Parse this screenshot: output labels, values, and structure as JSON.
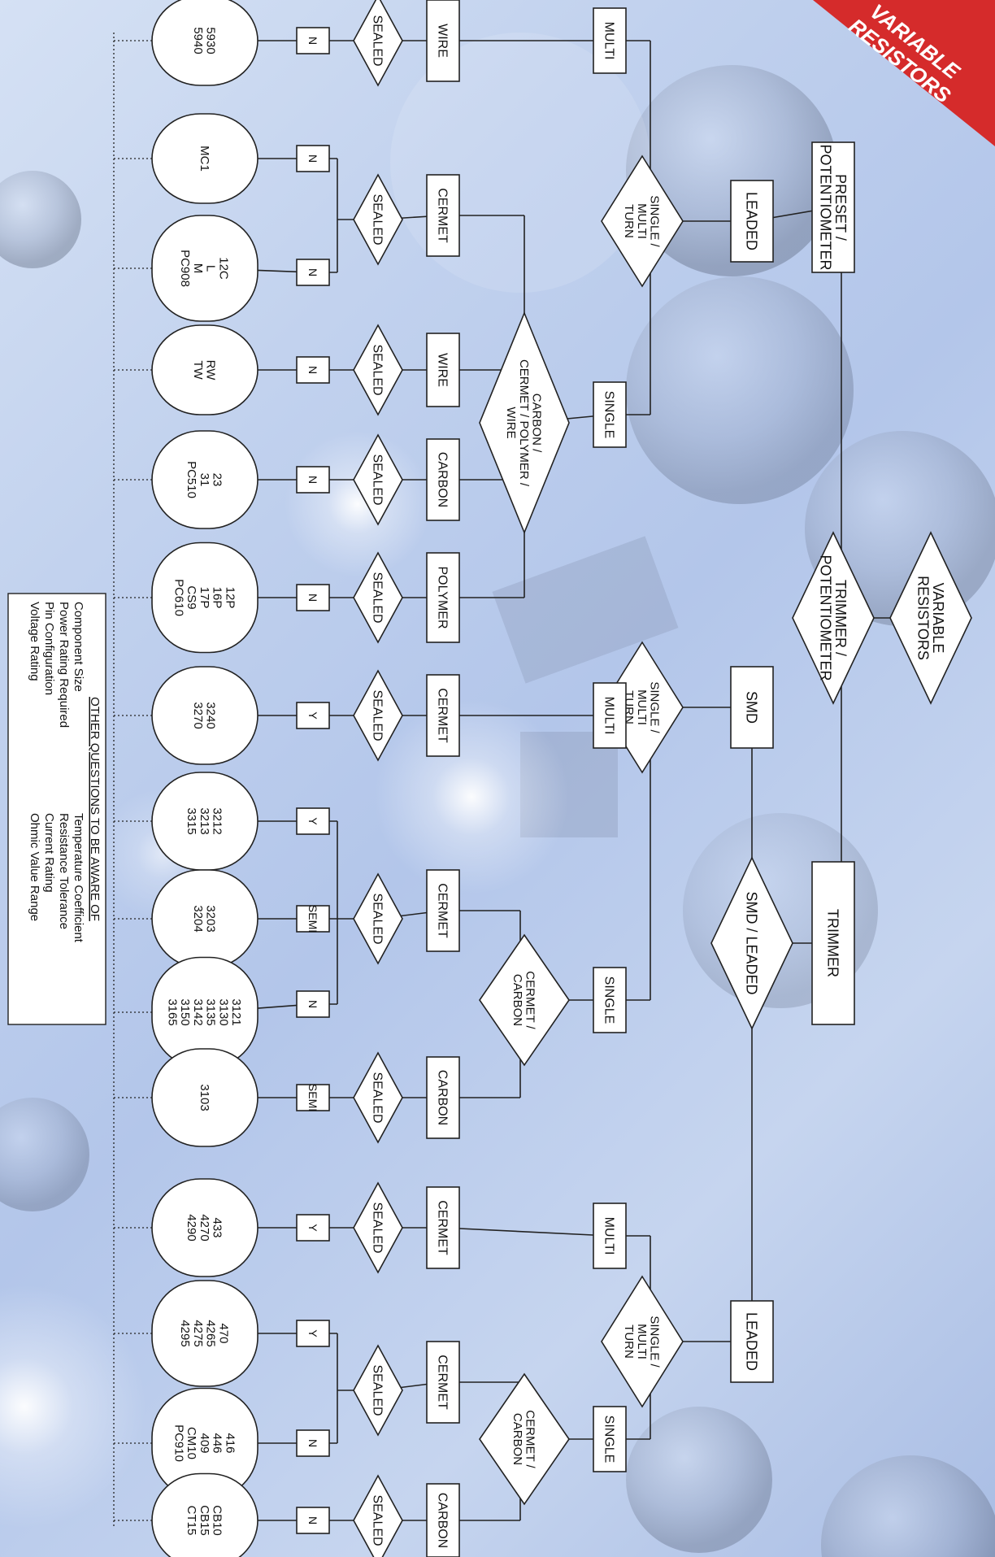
{
  "banner": {
    "text_line1": "VARIABLE",
    "text_line2": "RESISTORS",
    "color": "#d52b2b"
  },
  "colors": {
    "background": "#bfd0ee",
    "box_fill": "#ffffff",
    "stroke": "#222222"
  },
  "nodes": {
    "root": [
      "VARIABLE",
      "RESISTORS"
    ],
    "preset": [
      "PRESET /",
      "POTENTIOMETER"
    ],
    "trimpot": [
      "TRIMMER /",
      "POTENTIOMETER"
    ],
    "trimmer": [
      "TRIMMER"
    ],
    "leaded_a": [
      "LEADED"
    ],
    "smd_leaded": [
      "SMD / LEADED"
    ],
    "smd": [
      "SMD"
    ],
    "leaded_b": [
      "LEADED"
    ],
    "smt_a": [
      "SINGLE /",
      "MULTI",
      "TURN"
    ],
    "smt_b": [
      "SINGLE /",
      "MULTI",
      "TURN"
    ],
    "smt_c": [
      "SINGLE /",
      "MULTI",
      "TURN"
    ],
    "multi_a": [
      "MULTI"
    ],
    "single_a": [
      "SINGLE"
    ],
    "multi_b": [
      "MULTI"
    ],
    "single_b": [
      "SINGLE"
    ],
    "multi_c": [
      "MULTI"
    ],
    "single_c": [
      "SINGLE"
    ],
    "ccpw": [
      "CARBON /",
      "CERMET / POLYMER /",
      "WIRE"
    ],
    "cc_b": [
      "CERMET /",
      "CARBON"
    ],
    "cc_c": [
      "CERMET /",
      "CARBON"
    ],
    "m_wire": [
      "WIRE"
    ],
    "m_cermet_a": [
      "CERMET"
    ],
    "m_wire2": [
      "WIRE"
    ],
    "m_carbon_a": [
      "CARBON"
    ],
    "m_polymer": [
      "POLYMER"
    ],
    "m_cermet_b": [
      "CERMET"
    ],
    "m_cermet_c": [
      "CERMET"
    ],
    "m_carbon_b": [
      "CARBON"
    ],
    "m_cermet_d": [
      "CERMET"
    ],
    "m_cermet_e": [
      "CERMET"
    ],
    "m_carbon_c": [
      "CARBON"
    ],
    "s1": [
      "SEALED"
    ],
    "s2": [
      "SEALED"
    ],
    "s3": [
      "SEALED"
    ],
    "s4": [
      "SEALED"
    ],
    "s5": [
      "SEALED"
    ],
    "s6": [
      "SEALED"
    ],
    "s7": [
      "SEALED"
    ],
    "s8": [
      "SEALED"
    ],
    "s9": [
      "SEALED"
    ],
    "s10": [
      "SEALED"
    ],
    "s11": [
      "SEALED"
    ],
    "a1": [
      "N"
    ],
    "a2": [
      "N"
    ],
    "a3": [
      "N"
    ],
    "a4": [
      "N"
    ],
    "a5": [
      "N"
    ],
    "a6": [
      "N"
    ],
    "a7": [
      "Y"
    ],
    "a8": [
      "Y"
    ],
    "a9": [
      "SEMI"
    ],
    "a10": [
      "N"
    ],
    "a11": [
      "SEMI"
    ],
    "a12": [
      "Y"
    ],
    "a13": [
      "Y"
    ],
    "a14": [
      "N"
    ],
    "a15": [
      "N"
    ],
    "p1": [
      "5930",
      "5940"
    ],
    "p2": [
      "MC1"
    ],
    "p3": [
      "12C",
      "L",
      "M",
      "PC908"
    ],
    "p4": [
      "RW",
      "TW"
    ],
    "p5": [
      "23",
      "31",
      "PC510"
    ],
    "p6": [
      "12P",
      "16P",
      "17P",
      "CS9",
      "PC610"
    ],
    "p7": [
      "3240",
      "3270"
    ],
    "p8": [
      "3212",
      "3213",
      "3315"
    ],
    "p9": [
      "3203",
      "3204"
    ],
    "p10": [
      "3121",
      "3130",
      "3135",
      "3142",
      "3150",
      "3165"
    ],
    "p11": [
      "3103"
    ],
    "p12": [
      "433",
      "4270",
      "4290"
    ],
    "p13": [
      "470",
      "4265",
      "4275",
      "4295"
    ],
    "p14": [
      "416",
      "446",
      "409",
      "CM10",
      "PC910"
    ],
    "p15": [
      "CB10",
      "CB15",
      "CT15"
    ]
  },
  "questions": {
    "title": "OTHER QUESTIONS TO BE AWARE OF",
    "col1": [
      "Component Size",
      "Power Rating Required",
      "Pin Configuration",
      "Voltage Rating"
    ],
    "col2": [
      "Temperature Coefficient",
      "Resistance Tolerance",
      "Current Rating",
      "Ohmic Value Range"
    ]
  }
}
